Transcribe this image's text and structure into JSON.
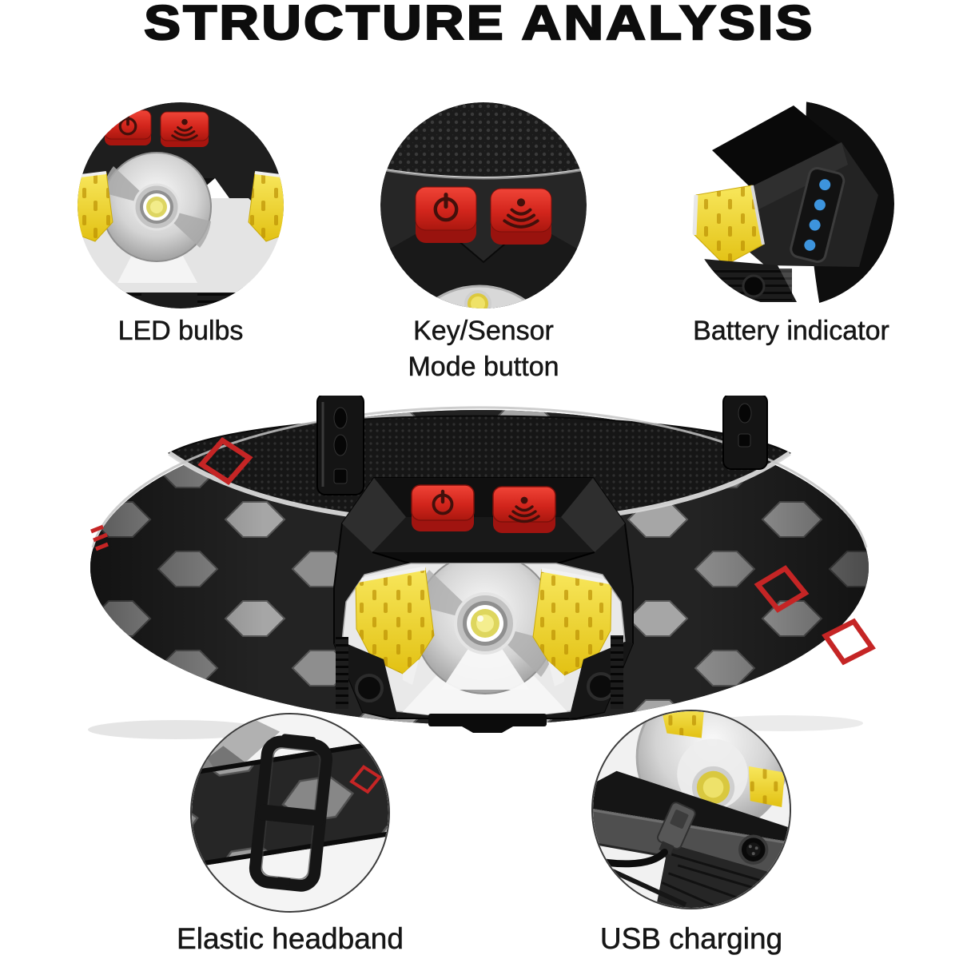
{
  "title": "STRUCTURE ANALYSIS",
  "callouts_top": [
    {
      "id": "led-bulbs",
      "label_line1": "LED bulbs",
      "label_line2": ""
    },
    {
      "id": "key-sensor",
      "label_line1": "Key/Sensor",
      "label_line2": "Mode button"
    },
    {
      "id": "battery-indicator",
      "label_line1": "Battery indicator",
      "label_line2": ""
    }
  ],
  "callouts_bottom": [
    {
      "id": "elastic-headband",
      "label": "Elastic headband"
    },
    {
      "id": "usb-charging",
      "label": "USB charging"
    }
  ],
  "product": {
    "buttons": [
      "power-icon",
      "sensor-wave-icon"
    ],
    "battery_indicator_leds": 4,
    "cob_led_panels": 2,
    "motion_sensors": 2
  },
  "colors": {
    "accent_red": "#d8271f",
    "cob_yellow": "#f0d525",
    "indicator_blue": "#3d94dd",
    "band_dark": "#232323",
    "band_hex_gray": "#a6a6a6",
    "band_accent_red": "#c52525",
    "text": "#161616",
    "background": "#ffffff"
  }
}
